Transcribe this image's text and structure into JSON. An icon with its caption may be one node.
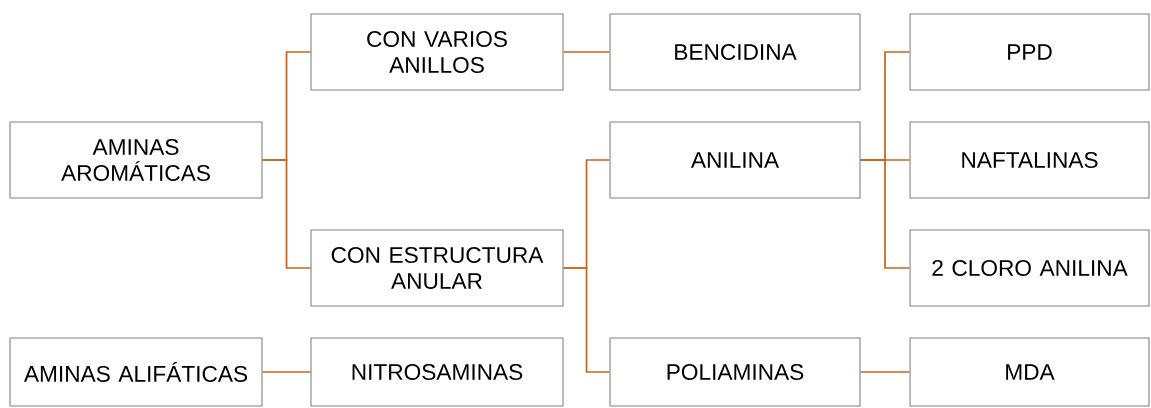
{
  "diagram": {
    "nodes": [
      {
        "text": [
          "AMINAS AROMÁTICAS"
        ]
      },
      {
        "text": [
          "CON VARIOS ANILLOS"
        ]
      },
      {
        "text": [
          "BENCIDINA"
        ]
      },
      {
        "text": [
          "PPD"
        ]
      },
      {
        "text": [
          "ANILINA"
        ]
      },
      {
        "text": [
          "NAFTALINAS"
        ]
      },
      {
        "text": [
          "CON ESTRUCTURA ANULAR"
        ]
      },
      {
        "text": [
          "2 CLORO ANILINA"
        ]
      },
      {
        "text": [
          "AMINAS ALIFÁTICAS"
        ]
      },
      {
        "text": [
          "NITROSAMINAS"
        ]
      },
      {
        "text": [
          "POLIAMINAS"
        ]
      },
      {
        "text": [
          "MDA"
        ]
      }
    ],
    "edges": [
      {
        "from": 0,
        "to": 1,
        "arrow": "none"
      },
      {
        "from": 0,
        "to": 6,
        "arrow": "none"
      },
      {
        "from": 1,
        "to": 2,
        "arrow": "none"
      },
      {
        "from": 6,
        "to": 4,
        "arrow": "none"
      },
      {
        "from": 6,
        "to": 10,
        "arrow": "none"
      },
      {
        "from": 4,
        "to": 3,
        "arrow": "none"
      },
      {
        "from": 4,
        "to": 5,
        "arrow": "none"
      },
      {
        "from": 4,
        "to": 7,
        "arrow": "none"
      },
      {
        "from": 10,
        "to": 11,
        "arrow": "none"
      },
      {
        "from": 8,
        "to": 9,
        "arrow": "none"
      }
    ]
  }
}
